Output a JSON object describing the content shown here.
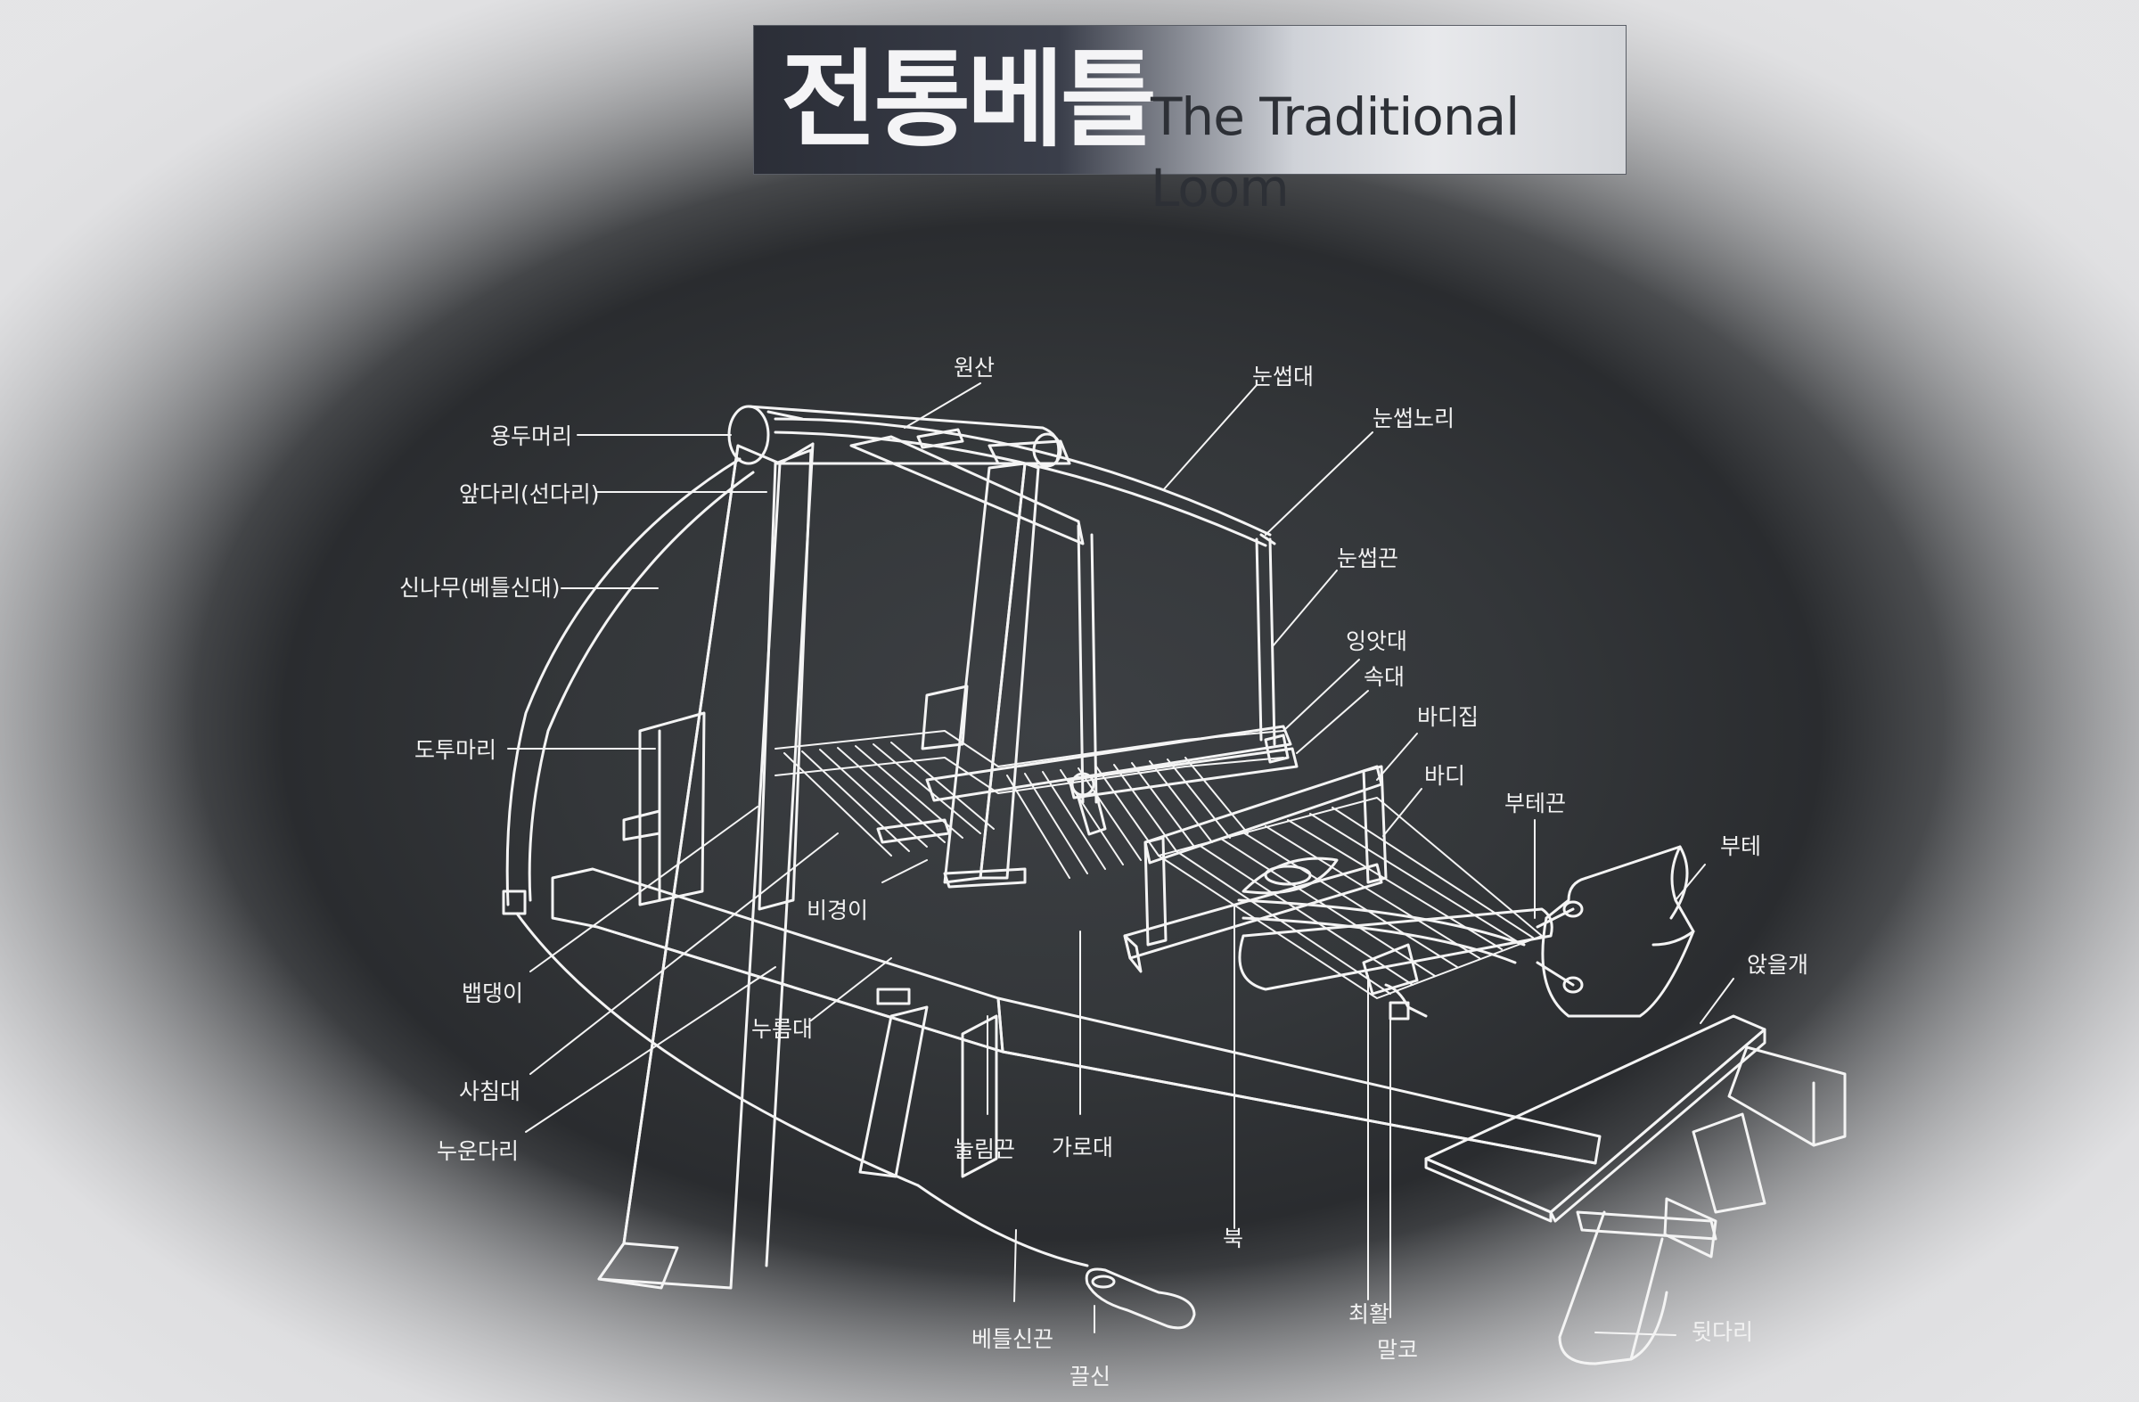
{
  "title": {
    "korean": "전통베틀",
    "english": "The Traditional Loom"
  },
  "labels": {
    "wonsan": "원산",
    "yongdumeori": "용두머리",
    "apdari": "앞다리(선다리)",
    "sinnamu": "신나무(베틀신대)",
    "dotumari": "도투마리",
    "baepdaengi": "뱁댕이",
    "sachimdae": "사침대",
    "nuundari": "누운다리",
    "bigyeongi": "비경이",
    "nureumdae": "누름대",
    "nullimkkeun": "눌림끈",
    "garodae": "가로대",
    "betteulsinkkeun": "베틀신끈",
    "kkeulsin": "끌신",
    "nunsseopdae": "눈썹대",
    "nunsseopnori": "눈썹노리",
    "nunsseopkkeun": "눈썹끈",
    "ingatdae": "잉앗대",
    "sokdae": "속대",
    "badijip": "바디집",
    "badi": "바디",
    "butekkeun": "부테끈",
    "bute": "부테",
    "anjilkkae": "앉을개",
    "buk": "북",
    "choehwal": "최활",
    "malko": "말코",
    "dwitdari": "뒷다리"
  }
}
